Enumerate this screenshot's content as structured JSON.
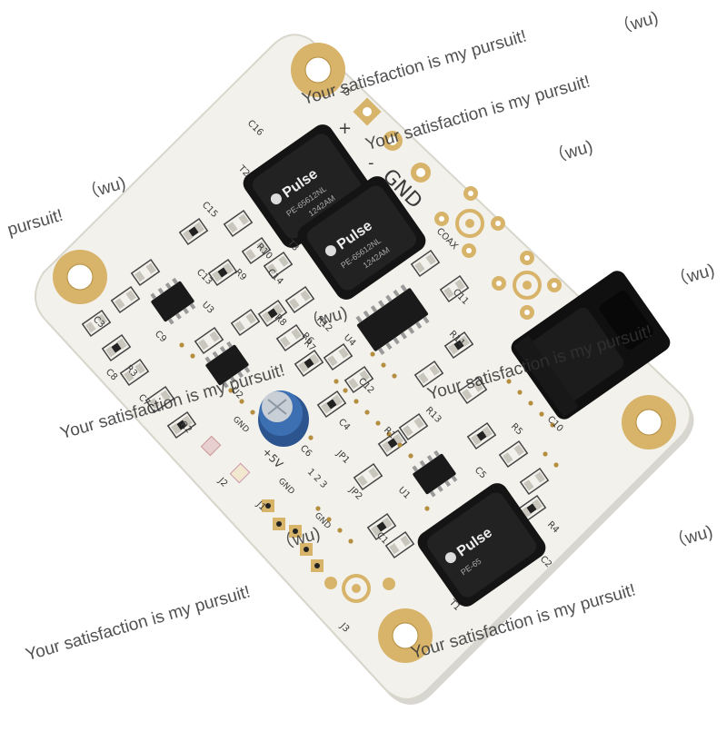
{
  "image": {
    "subject": "pcb-module",
    "colors": {
      "board": "#f2f1ec",
      "board_edge": "#d9d6cc",
      "gold": "#d7b46a",
      "gold_dark": "#b58e3f",
      "component_black": "#161616",
      "capacitor_blue": "#3d6fb3",
      "silk": "#3a3a3a"
    }
  },
  "watermarks": [
    {
      "text": "Your satisfaction is my pursuit!"
    },
    {
      "text": "（wu)"
    },
    {
      "text": "pursuit!"
    },
    {
      "text": "（wu)"
    },
    {
      "text": "Your satisfaction is my pursuit!"
    },
    {
      "text": "（wu)"
    },
    {
      "text": "Your satisfaction is my pursuit!"
    },
    {
      "text": "（wu)"
    },
    {
      "text": "Your satisfaction is my pursuit!"
    },
    {
      "text": "（wu)"
    },
    {
      "text": "Your satisfaction is my pursuit!"
    },
    {
      "text": "（wu)"
    },
    {
      "text": "Your satisfaction is my pursuit!"
    },
    {
      "text": "（wu)"
    }
  ],
  "silkscreen": {
    "gnd": "GND",
    "coax": "COAX",
    "plus5v": "+5V",
    "plus": "+",
    "minus": "-",
    "pins_123": "1 2 3",
    "labels": [
      "C16",
      "T2",
      "J5",
      "C15",
      "T3",
      "C14",
      "R10",
      "R9",
      "C13",
      "C11",
      "U4",
      "R11",
      "C12",
      "C10",
      "R7",
      "R3",
      "R2",
      "C4",
      "C6",
      "C3",
      "R13",
      "R1",
      "R5",
      "U1",
      "C5",
      "R4",
      "C2",
      "C1",
      "T1",
      "J3",
      "J2",
      "J1",
      "JP1",
      "JP2",
      "U2",
      "U3",
      "R12",
      "R6",
      "R8",
      "C9",
      "C8",
      "C7"
    ]
  },
  "transformers": [
    {
      "brand": "Pulse",
      "part": "PE-65612NL",
      "code": "1242AM"
    },
    {
      "brand": "Pulse",
      "part": "PE-65612NL",
      "code": "1242AM"
    },
    {
      "brand": "Pulse",
      "part": "PE-65"
    }
  ]
}
